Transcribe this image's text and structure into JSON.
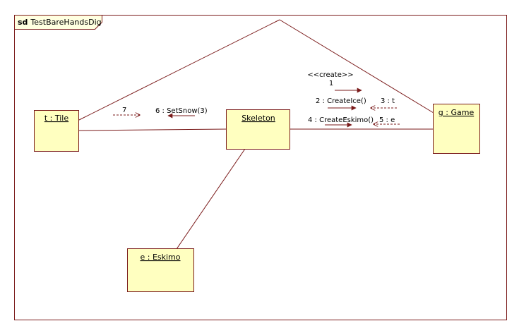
{
  "frame": {
    "keyword": "sd",
    "name": "TestBareHandsDig"
  },
  "objects": {
    "tile": "t : Tile",
    "skeleton": "Skeleton",
    "game": "g : Game",
    "eskimo": "e : Eskimo"
  },
  "messages": {
    "m1_stereotype": "<<create>>",
    "m1_num": "1",
    "m2": "2 : CreateIce()",
    "m3": "3 : t",
    "m4": "4 : CreateEskimo()",
    "m5": "5 : e",
    "m6": "6 : SetSnow(3)",
    "m7": "7"
  },
  "colors": {
    "line": "#7a1a1a",
    "frame": "#7a1a1a",
    "object_fill": "#ffffc0",
    "object_stroke": "#7a1a1a",
    "tab_fill": "#ffffe0"
  }
}
